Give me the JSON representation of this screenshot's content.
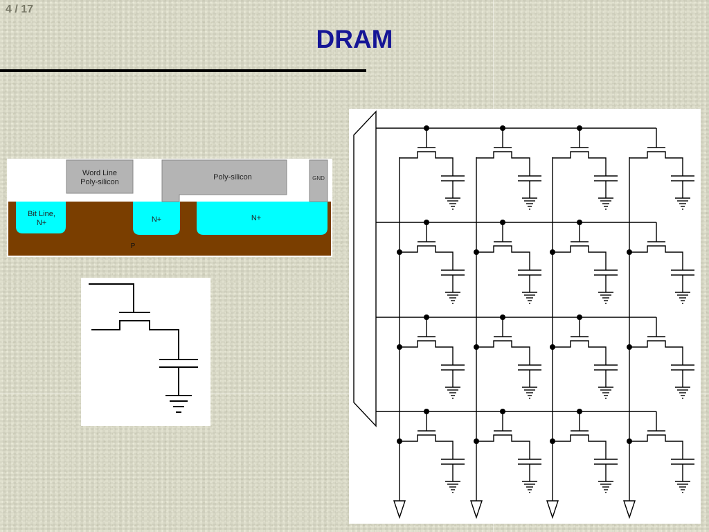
{
  "slide": {
    "page_indicator": "4 / 17",
    "title": "DRAM"
  },
  "cross_section": {
    "word_line_line1": "Word Line",
    "word_line_line2": "Poly-silicon",
    "poly_silicon": "Poly-silicon",
    "gnd": "GND",
    "bit_line_line1": "Bit Line,",
    "bit_line_line2": "N+",
    "n_plus_middle": "N+",
    "n_plus_right": "N+",
    "substrate": "P"
  },
  "colors": {
    "title": "#161696",
    "substrate": "#7a3e00",
    "diffusion": "#00ffff",
    "gate_fill": "#b4b4b4",
    "background": "#dcdcc8"
  },
  "icons": {
    "cell": "dram-cell-schematic",
    "array": "dram-array-schematic",
    "ground": "ground-icon",
    "capacitor": "capacitor-icon"
  }
}
